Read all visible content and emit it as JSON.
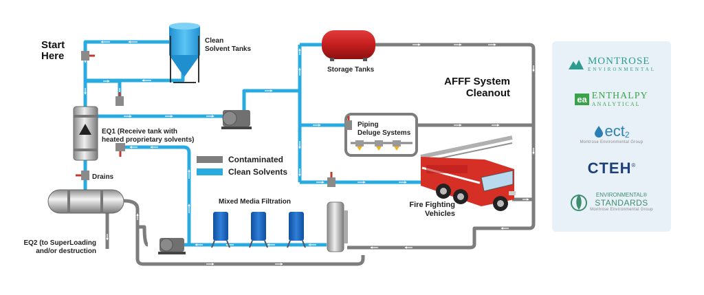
{
  "colors": {
    "clean": "#29abe2",
    "contaminated": "#7d7d7d",
    "montrose": "#2a9d8f",
    "enthalpy": "#3aa34a",
    "ect2": "#2a7fb5",
    "cteh": "#1d3f7a",
    "es": "#3d8c6d"
  },
  "labels": {
    "start": "Start Here",
    "clean_tanks_l1": "Clean",
    "clean_tanks_l2": "Solvent Tanks",
    "storage_tanks": "Storage Tanks",
    "afff_l1": "AFFF System",
    "afff_l2": "Cleanout",
    "piping_l1": "Piping",
    "piping_l2": "Deluge Systems",
    "eq1_l1": "EQ1 (Receive tank with",
    "eq1_l2": "heated proprietary solvents)",
    "drains": "Drains",
    "mixed_media": "Mixed Media Filtration",
    "fire_l1": "Fire Fighting",
    "fire_l2": "Vehicles",
    "eq2_l1": "EQ2 (to SuperLoading",
    "eq2_l2": "and/or destruction"
  },
  "legend": {
    "contaminated": "Contaminated",
    "clean": "Clean Solvents"
  },
  "logos": {
    "montrose": {
      "name": "MONTROSE",
      "sub": "ENVIRONMENTAL"
    },
    "enthalpy": {
      "mark": "ea",
      "name": "ENTHALPY",
      "sub": "ANALYTICAL"
    },
    "ect2": {
      "name": "ect",
      "sub2": "2",
      "sub": "Montrose Environmental Group"
    },
    "cteh": {
      "name": "CTEH",
      "reg": "®"
    },
    "es": {
      "name1": "ENVIRONMENTAL®",
      "name2": "STANDARDS",
      "sub": "Montrose Environmental Group"
    }
  }
}
